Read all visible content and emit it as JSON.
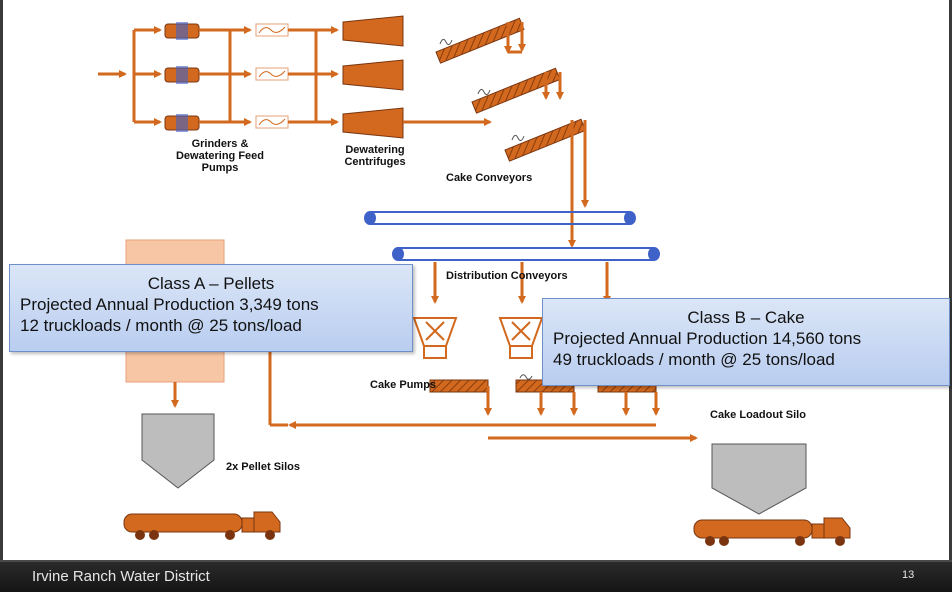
{
  "labels": {
    "grinders": "Grinders &",
    "grinders2": "Dewatering Feed",
    "grinders3": "Pumps",
    "centrifuges": "Dewatering",
    "centrifuges2": "Centrifuges",
    "cake_conveyors": "Cake Conveyors",
    "distribution_conveyors": "Distribution Conveyors",
    "cake_pumps": "Cake Pumps",
    "cake_loadout_silo": "Cake Loadout Silo",
    "pellet_silos": "2x Pellet Silos"
  },
  "callouts": {
    "class_a": {
      "title": "Class A – Pellets",
      "production": "Projected Annual Production 3,349 tons",
      "trucks": "12 truckloads / month @ 25 tons/load"
    },
    "class_b": {
      "title": "Class B – Cake",
      "production": "Projected Annual Production 14,560 tons",
      "trucks": "49 truckloads / month @ 25 tons/load"
    }
  },
  "footer": {
    "organization": "Irvine Ranch Water District",
    "page_number": "13"
  },
  "colors": {
    "process_orange": "#d2691e",
    "pellet_tower": "#f7c7a5",
    "silo_gray": "#bdbdbd",
    "conveyor_blue": "#3f62c8",
    "callout_fill": "#c9d8f3"
  }
}
